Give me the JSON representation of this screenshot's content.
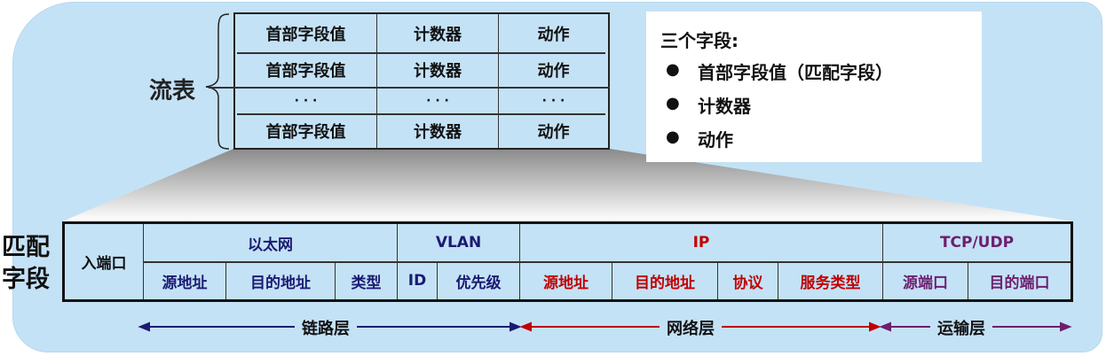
{
  "flow_table": {
    "label": "流表",
    "rows": [
      [
        "首部字段值",
        "计数器",
        "动作"
      ],
      [
        "首部字段值",
        "计数器",
        "动作"
      ],
      [
        "· · ·",
        "· · ·",
        "· · ·"
      ],
      [
        "首部字段值",
        "计数器",
        "动作"
      ]
    ]
  },
  "info_box": {
    "title": "三个字段:",
    "items": [
      "首部字段值（匹配字段）",
      "计数器",
      "动作"
    ]
  },
  "match_fields": {
    "label_line1": "匹配",
    "label_line2": "字段",
    "in_port": "入端口",
    "groups": [
      {
        "name": "以太网",
        "fields": [
          "源地址",
          "目的地址",
          "类型"
        ],
        "color": "#1b1b72"
      },
      {
        "name": "VLAN",
        "fields": [
          "ID",
          "优先级"
        ],
        "color": "#1b1b72"
      },
      {
        "name": "IP",
        "fields": [
          "源地址",
          "目的地址",
          "协议",
          "服务类型"
        ],
        "color": "#c00000"
      },
      {
        "name": "TCP/UDP",
        "fields": [
          "源端口",
          "目的端口"
        ],
        "color": "#6d1f6e"
      }
    ]
  },
  "layers": [
    {
      "name": "链路层",
      "color": "#1b1b72"
    },
    {
      "name": "网络层",
      "color": "#c00000"
    },
    {
      "name": "运输层",
      "color": "#6d1f6e"
    }
  ]
}
